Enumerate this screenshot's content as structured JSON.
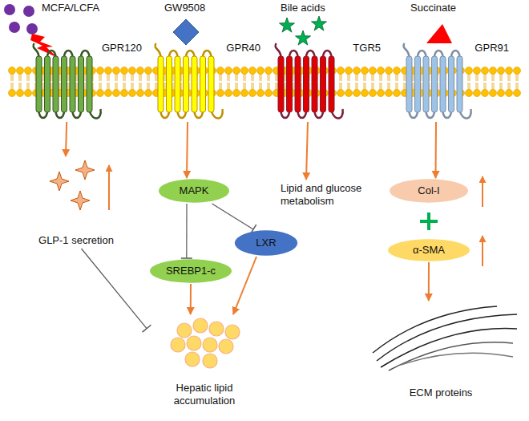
{
  "diagram": {
    "nodes": [
      {
        "text": [
          "GPR120"
        ]
      },
      {
        "text": [
          "GPR40"
        ]
      },
      {
        "text": [
          "TGR5"
        ]
      },
      {
        "text": [
          "GPR91"
        ]
      },
      {
        "text": [
          "GLP-1 secretion"
        ]
      },
      {
        "text": [
          "MAPK"
        ]
      },
      {
        "text": [
          "LXR"
        ]
      },
      {
        "text": [
          "SREBP1-c"
        ]
      },
      {
        "text": [
          "Lipid and glucose metabolism"
        ]
      },
      {
        "text": [
          "Col-I"
        ]
      },
      {
        "text": [
          "α-SMA"
        ]
      },
      {
        "text": [
          "ECM proteins"
        ]
      },
      {
        "text": [
          "Hepatic lipid accumulation"
        ]
      }
    ],
    "edges": [
      {
        "from": 0,
        "to": 4,
        "arrow": "to"
      },
      {
        "from": 1,
        "to": 5,
        "arrow": "to"
      },
      {
        "from": 2,
        "to": 8,
        "arrow": "to"
      },
      {
        "from": 3,
        "to": 9,
        "arrow": "to"
      },
      {
        "from": 5,
        "to": 7,
        "arrow": "none"
      },
      {
        "from": 5,
        "to": 6,
        "arrow": "none"
      },
      {
        "from": 7,
        "to": 12,
        "arrow": "to"
      },
      {
        "from": 6,
        "to": 12,
        "arrow": "to"
      },
      {
        "from": 4,
        "to": 12,
        "arrow": "none"
      },
      {
        "from": 10,
        "to": 11,
        "arrow": "to"
      }
    ],
    "labels": [
      "MCFA/LCFA",
      "GW9508",
      "Bile acids",
      "Succinate"
    ]
  }
}
